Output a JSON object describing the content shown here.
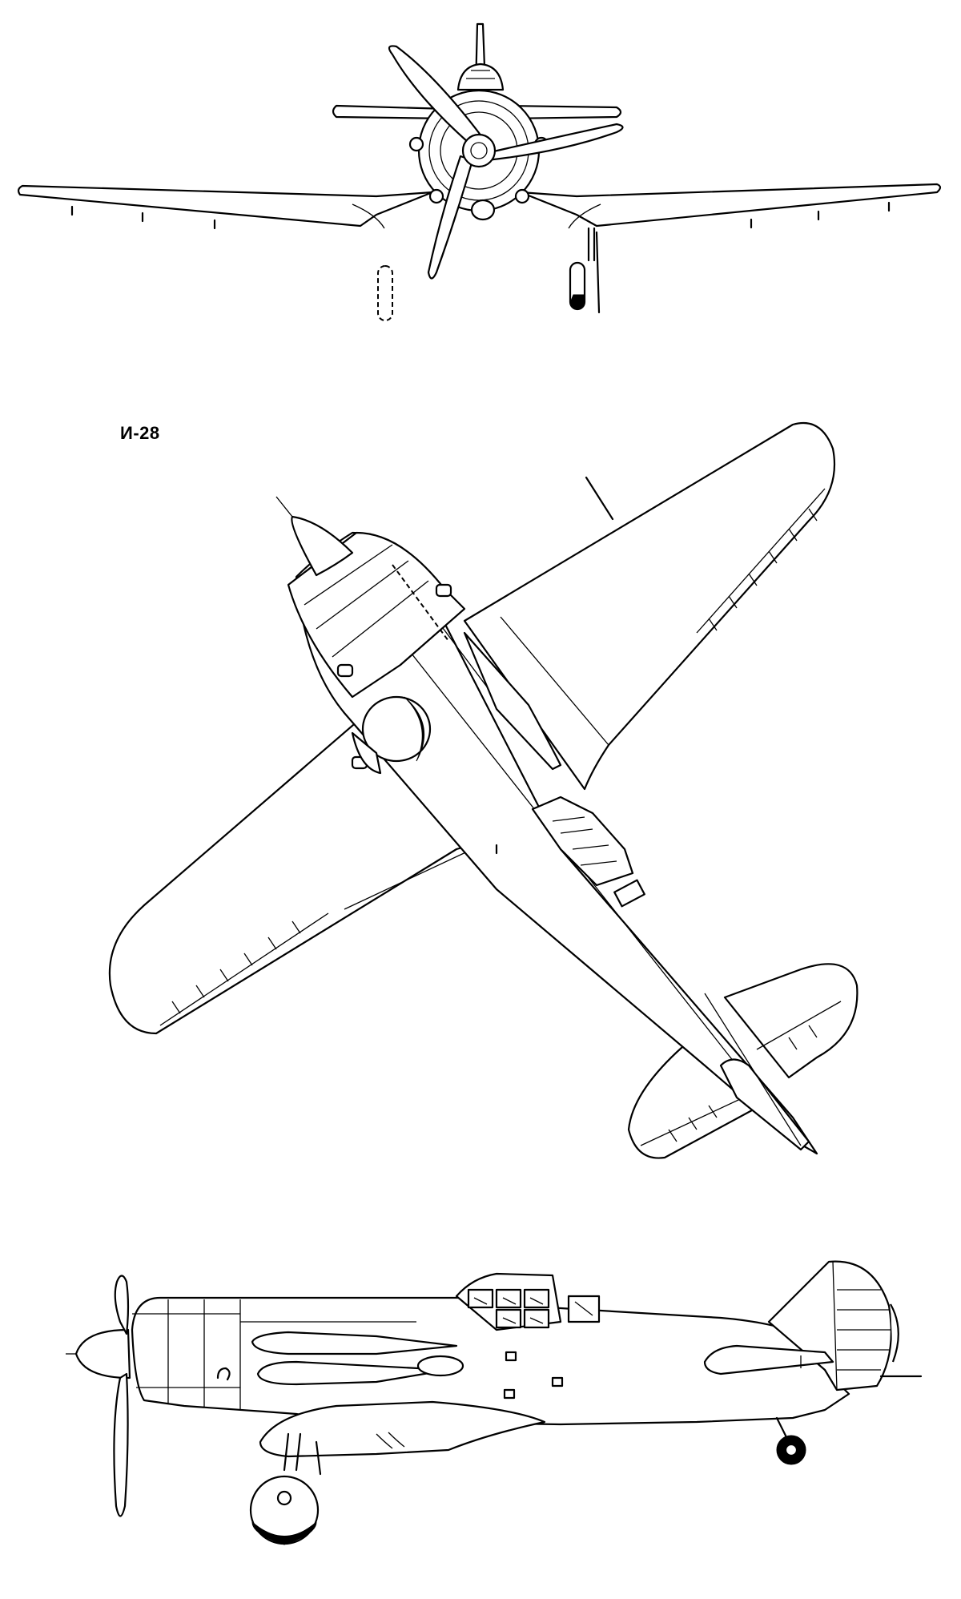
{
  "drawing": {
    "designation": "И-28",
    "views": [
      "front-view",
      "top-view",
      "side-view"
    ],
    "line_color": "#000000",
    "background_color": "#ffffff"
  }
}
